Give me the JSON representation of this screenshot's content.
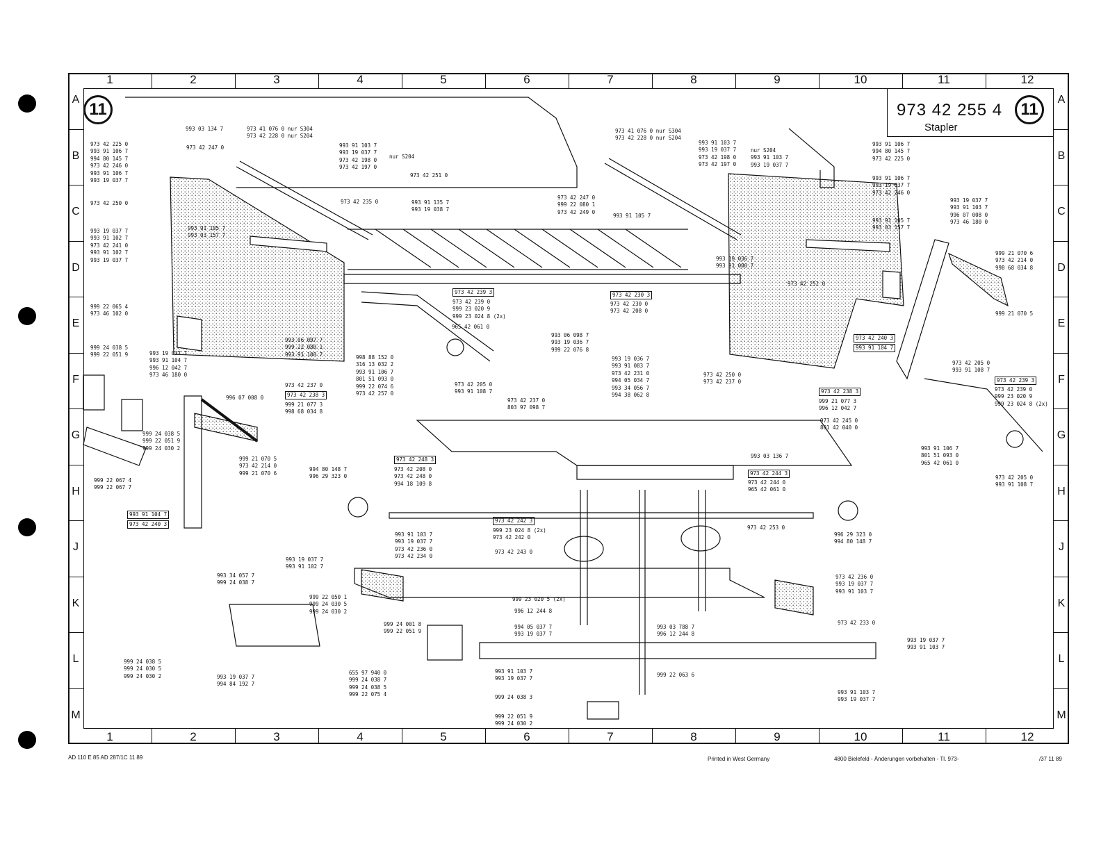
{
  "sheet": {
    "number": "11",
    "part_number": "973 42 255 4",
    "title": "Stapler"
  },
  "grid": {
    "columns": [
      "1",
      "2",
      "3",
      "4",
      "5",
      "6",
      "7",
      "8",
      "9",
      "10",
      "11",
      "12"
    ],
    "rows": [
      "A",
      "B",
      "C",
      "D",
      "E",
      "F",
      "G",
      "H",
      "J",
      "K",
      "L",
      "M"
    ]
  },
  "footer": {
    "left": "AD 110   E 85   AD 287/1C 11 89",
    "printed": "Printed in West Germany",
    "publisher": "4800 Bielefeld  -  Änderungen vorbehalten - Tl. 973-",
    "right": "/37  11 89"
  },
  "callouts": {
    "c01": "973 42 225 0\n993 91 106 7\n994 80 145 7\n973 42 246 0\n993 91 106 7\n993 19 037 7",
    "c02": "993 03 134 7",
    "c03": "973 42 247 0",
    "c04": "973 42 250 0",
    "c05": "973 41 076 0 nur S304\n973 42 228 0 nur S204",
    "c06": "993 91 103 7\n993 19 037 7\n973 42 198 0\n973 42 197 0",
    "c06b": "nur S204",
    "c07": "973 42 251 0",
    "c08": "973 42 235 0",
    "c09": "993 91 135 7\n993 19 038 7",
    "c10": "973 42 247 0\n999 22 080 1\n973 42 249 0",
    "c11": "993 91 105 7",
    "c12": "973 41 076 0 nur S304\n973 42 228 0 nur S204",
    "c13": "993 91 103 7\n993 19 037 7\n973 42 198 0\n973 42 197 0",
    "c13b": "nur S204\n993 91 103 7\n993 19 037 7",
    "c14": "993 91 106 7\n994 80 145 7\n973 42 225 0",
    "c15": "993 91 106 7\n993 19 037 7\n973 42 246 0",
    "c16": "993 19 037 7\n993 91 103 7\n996 07 008 0\n973 46 180 0",
    "c17": "993 91 105 7\n993 03 157 7",
    "c18": "993 19 036 7\n993 91 080 7",
    "c19": "973 42 252 0",
    "c20": "999 21 070 6\n973 42 214 0\n998 68 034 8",
    "c21": "999 21 070 5",
    "c22": "993 19 037 7\n993 91 102 7\n973 42 241 0\n993 91 102 7\n993 19 037 7",
    "c23": "993 91 105 7\n993 03 157 7",
    "c24": "999 22 065 4\n973 46 102 0",
    "c25": "973 42 239 3",
    "c26": "973 42 239 0\n999 23 020 9\n999 23 024 8 (2x)",
    "c27": "965 42 061 0",
    "c28": "973 42 230 3",
    "c29": "973 42 230 0\n973 42 208 0",
    "c30": "973 42 240 3",
    "c31": "993 91 104 7",
    "c32": "999 24 038 5\n999 22 051 9",
    "c33": "993 19 037 7\n993 91 104 7\n996 12 042 7\n973 46 180 0",
    "c34": "993 06 097 7\n999 22 080 1\n993 91 108 7",
    "c35": "998 88 152 0\n316 13 032 2\n993 91 106 7\n801 51 093 0\n999 22 074 6\n973 42 257 0",
    "c36": "993 06 098 7\n993 19 036 7\n999 22 076 8",
    "c37": "993 19 036 7\n993 91 083 7\n973 42 231 0\n994 05 034 7\n993 34 056 7\n994 38 062 8",
    "c38": "973 42 237 0",
    "c39": "973 42 238 3",
    "c40": "999 21 077 3\n998 68 034 8",
    "c41": "996 07 008 0",
    "c42": "973 42 205 0\n993 91 108 7",
    "c43": "973 42 237 0\n803 97 098 7",
    "c44": "973 42 250 0\n973 42 237 0",
    "c45": "973 42 238 3",
    "c46": "999 21 077 3\n996 12 042 7",
    "c47": "973 42 245 0\n801 42 040 0",
    "c48": "973 42 205 0\n993 91 108 7",
    "c49": "973 42 239 3",
    "c50": "973 42 239 0\n999 23 020 9\n999 23 024 8 (2x)",
    "c51": "993 91 106 7\n801 51 093 0\n965 42 061 0",
    "c52": "973 42 205 0\n993 91 108 7",
    "c53": "999 24 038 5\n999 22 051 9\n999 24 030 2",
    "c54": "999 21 070 5\n973 42 214 0\n999 21 070 6",
    "c55": "993 03 136 7",
    "c56": "999 22 067 4\n999 22 067 7",
    "c57": "994 80 148 7\n996 29 323 0",
    "c58": "973 42 248 3",
    "c59": "973 42 208 0\n973 42 248 0\n994 18 109 8",
    "c60": "973 42 244 3",
    "c61": "973 42 244 0\n965 42 061 0",
    "c62": "993 91 104 7",
    "c63": "973 42 240 3",
    "c64": "973 42 242 3",
    "c65": "999 23 024 8 (2x)\n973 42 242 0",
    "c66": "973 42 243 0",
    "c67": "973 42 253 0",
    "c68": "996 29 323 0\n994 80 148 7",
    "c69": "993 91 103 7\n993 19 037 7\n973 42 236 0\n973 42 234 0",
    "c70": "993 19 037 7\n993 91 102 7",
    "c71": "993 34 057 7\n999 24 038 7",
    "c72": "999 22 050 1\n999 24 030 5\n999 24 030 2",
    "c73": "973 42 236 0\n993 19 037 7\n993 91 103 7",
    "c74": "999 23 020 5 (2x)",
    "c75": "996 12 244 8",
    "c76": "999 24 001 8\n999 22 051 9",
    "c77": "994 05 037 7\n993 19 037 7",
    "c78": "993 03 788 7\n996 12 244 8",
    "c79": "973 42 233 0",
    "c80": "993 19 037 7\n993 91 103 7",
    "c81": "999 24 038 5\n999 24 030 5\n999 24 030 2",
    "c82": "993 19 037 7\n994 84 192 7",
    "c83": "655 97 940 0\n999 24 038 7\n999 24 038 5\n999 22 075 4",
    "c84": "993 91 103 7\n993 19 037 7",
    "c85": "999 22 063 6",
    "c86": "999 24 038 3",
    "c87": "999 22 051 9\n999 24 030 2",
    "c88": "993 91 103 7\n993 19 037 7"
  }
}
